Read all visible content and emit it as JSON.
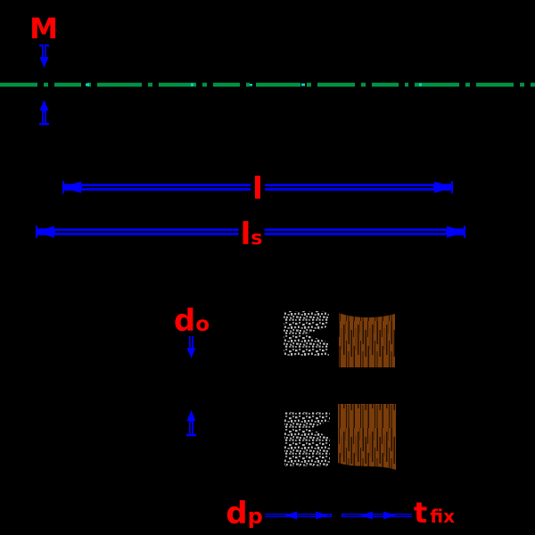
{
  "labels": {
    "M": {
      "text": "M"
    },
    "l": {
      "text": "l"
    },
    "ls": {
      "base": "l",
      "sub": "s"
    },
    "do": {
      "base": "d",
      "sub": "o"
    },
    "dp": {
      "base": "d",
      "sub": "p"
    },
    "tfix": {
      "base": "t",
      "sub": "fix"
    }
  },
  "colors": {
    "background": "#000000",
    "label_red": "#ff0000",
    "dimension_blue": "#0000ff",
    "centerline_green": "#009245",
    "centerline_dot_cyan": "#00d9c0",
    "stipple_gray": "#b0b0b0",
    "wood_brown": "#7b3d0a",
    "wood_grain_dark": "#241200"
  },
  "textures": {
    "left_block": "stippled-material-texture",
    "right_block": "wood-grain-texture"
  }
}
